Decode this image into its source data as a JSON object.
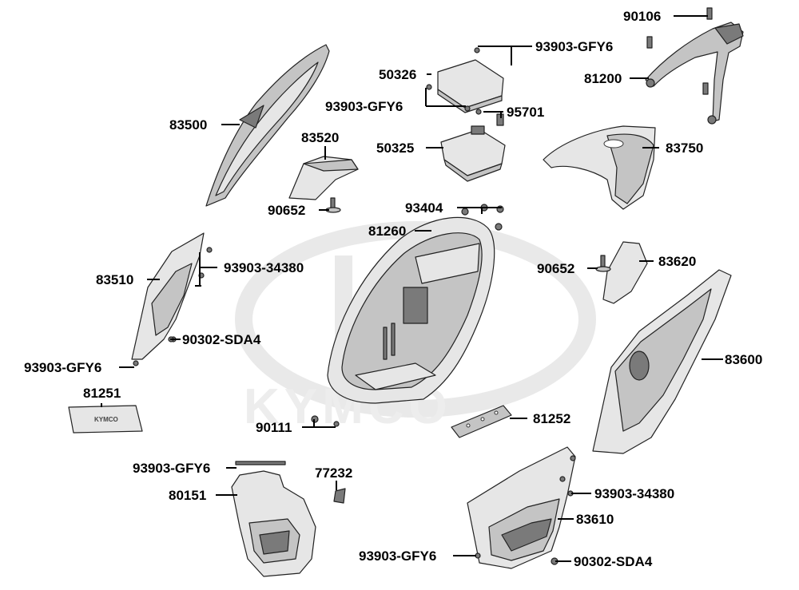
{
  "watermark": {
    "text": "KYMCO"
  },
  "badge_text": "KYMCO",
  "callouts": {
    "c90106": "90106",
    "c93903_gfy6_top": "93903-GFY6",
    "c81200": "81200",
    "c50326": "50326",
    "c93903_gfy6_mid": "93903-GFY6",
    "c95701": "95701",
    "c83500": "83500",
    "c83520": "83520",
    "c50325": "50325",
    "c83750": "83750",
    "c90652_left": "90652",
    "c93404": "93404",
    "c81260": "81260",
    "c83510": "83510",
    "c93903_34380_left": "93903-34380",
    "c90652_right": "90652",
    "c83620": "83620",
    "c90302_sda4_left": "90302-SDA4",
    "c93903_gfy6_left": "93903-GFY6",
    "c83600": "83600",
    "c81251": "81251",
    "c90111": "90111",
    "c81252": "81252",
    "c93903_gfy6_bottom": "93903-GFY6",
    "c77232": "77232",
    "c80151": "80151",
    "c93903_34380_right": "93903-34380",
    "c83610": "83610",
    "c93903_gfy6_lower": "93903-GFY6",
    "c90302_sda4_right": "90302-SDA4"
  }
}
